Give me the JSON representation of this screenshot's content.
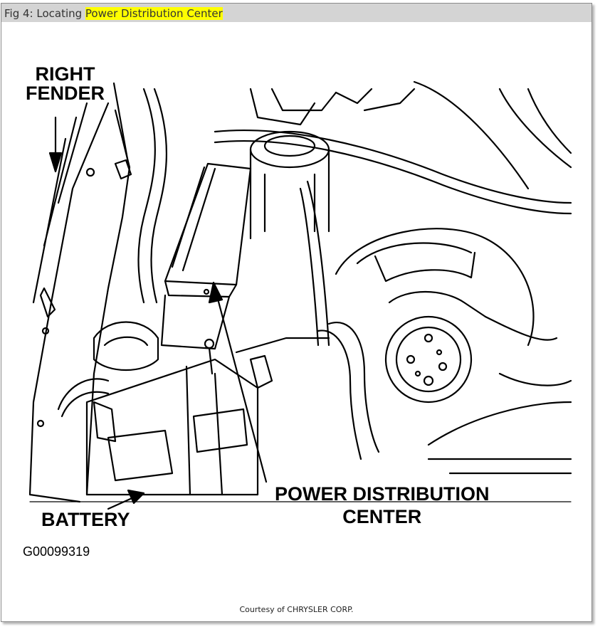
{
  "caption": {
    "prefix": "Fig 4: Locating ",
    "highlight": "Power Distribution Center"
  },
  "figure": {
    "labels": {
      "right_fender_line1": "RIGHT",
      "right_fender_line2": "FENDER",
      "battery": "BATTERY",
      "pdc_line1": "POWER DISTRIBUTION",
      "pdc_line2": "CENTER"
    },
    "code": "G00099319",
    "courtesy": "Courtesy of CHRYSLER CORP."
  },
  "colors": {
    "caption_bar": "#d4d4d4",
    "highlight": "#ffff00",
    "line": "#000000"
  }
}
